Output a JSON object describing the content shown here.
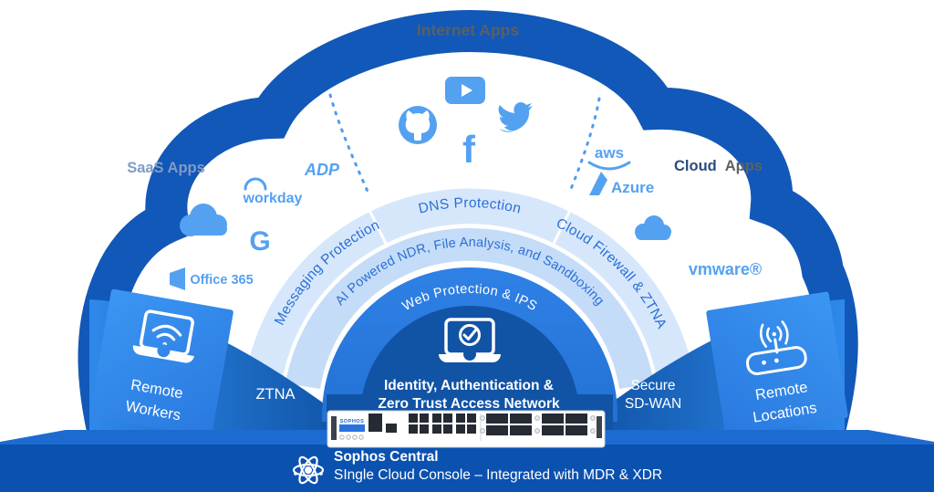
{
  "cloud": {
    "internet_apps_label": "Internet Apps",
    "saas_apps_label": "SaaS Apps",
    "cloud_apps_label_word1": "Cloud",
    "cloud_apps_label_word2": "Apps",
    "icons": {
      "adp": "ADP",
      "workday": "workday",
      "office365": "Office 365",
      "google_letter": "G",
      "facebook_letter": "f",
      "aws": "aws",
      "azure": "Azure",
      "vmware": "vmware®"
    }
  },
  "rings": {
    "dns": "DNS Protection",
    "messaging": "Messaging Protection",
    "cloud_firewall": "Cloud Firewall & ZTNA",
    "ai_ndr": "AI Powered NDR, File Analysis, and Sandboxing",
    "web_protection": "Web Protection & IPS"
  },
  "base": {
    "ztna": "ZTNA",
    "identity_line1": "Identity, Authentication &",
    "identity_line2": "Zero Trust Access Network",
    "sdwan_line1": "Secure",
    "sdwan_line2": "SD-WAN",
    "remote_workers_line1": "Remote",
    "remote_workers_line2": "Workers",
    "remote_locations_line1": "Remote",
    "remote_locations_line2": "Locations"
  },
  "appliance": {
    "brand": "SOPHOS"
  },
  "footer": {
    "title": "Sophos Central",
    "subtitle": "SIngle Cloud Console – Integrated with MDR & XDR"
  },
  "colors": {
    "cloud_band_blue": "#1258b8",
    "light_icon_blue": "#55a1f1",
    "ring_light_1": "#d7e7fb",
    "ring_light_2": "#c5dcf8",
    "ring_medium": "#2b7ce2",
    "dome_dark": "#1153a5",
    "tile_blue": "#3392f0",
    "platform_blue": "#1d6bd0",
    "footer_blue": "#0b51af",
    "arc_text_blue": "#2a70d8",
    "gray_label": "#5a5f66"
  }
}
